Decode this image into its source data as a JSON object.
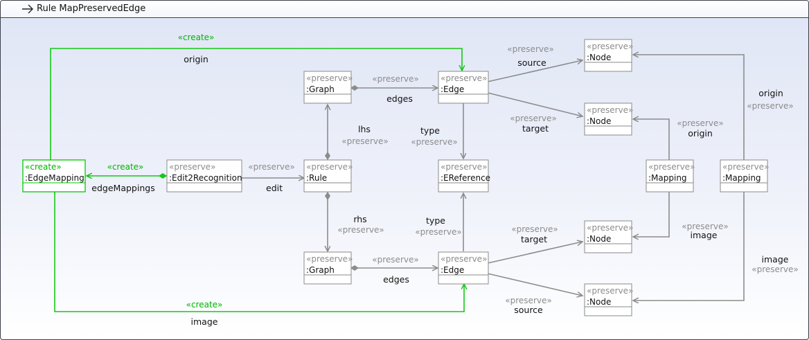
{
  "window": {
    "title": "Rule MapPreservedEdge"
  },
  "nodes": [
    {
      "id": "edgeMapping",
      "stereotype": "«create»",
      "name": ":EdgeMapping",
      "kind": "create"
    },
    {
      "id": "edit2rec",
      "stereotype": "«preserve»",
      "name": ":Edit2Recognition",
      "kind": "preserve"
    },
    {
      "id": "graphTop",
      "stereotype": "«preserve»",
      "name": ":Graph",
      "kind": "preserve"
    },
    {
      "id": "rule",
      "stereotype": "«preserve»",
      "name": ":Rule",
      "kind": "preserve"
    },
    {
      "id": "graphBottom",
      "stereotype": "«preserve»",
      "name": ":Graph",
      "kind": "preserve"
    },
    {
      "id": "edgeTop",
      "stereotype": "«preserve»",
      "name": ":Edge",
      "kind": "preserve"
    },
    {
      "id": "eref",
      "stereotype": "«preserve»",
      "name": ":EReference",
      "kind": "preserve"
    },
    {
      "id": "edgeBottom",
      "stereotype": "«preserve»",
      "name": ":Edge",
      "kind": "preserve"
    },
    {
      "id": "node1",
      "stereotype": "«preserve»",
      "name": ":Node",
      "kind": "preserve"
    },
    {
      "id": "node2",
      "stereotype": "«preserve»",
      "name": ":Node",
      "kind": "preserve"
    },
    {
      "id": "node3",
      "stereotype": "«preserve»",
      "name": ":Node",
      "kind": "preserve"
    },
    {
      "id": "node4",
      "stereotype": "«preserve»",
      "name": ":Node",
      "kind": "preserve"
    },
    {
      "id": "mapping1",
      "stereotype": "«preserve»",
      "name": ":Mapping",
      "kind": "preserve"
    },
    {
      "id": "mapping2",
      "stereotype": "«preserve»",
      "name": ":Mapping",
      "kind": "preserve"
    }
  ],
  "edges": [
    {
      "id": "origin-create",
      "stereotype": "«create»",
      "label": "origin",
      "kind": "create"
    },
    {
      "id": "image-create",
      "stereotype": "«create»",
      "label": "image",
      "kind": "create"
    },
    {
      "id": "edgeMappings",
      "stereotype": "«create»",
      "label": "edgeMappings",
      "kind": "create"
    },
    {
      "id": "edit",
      "stereotype": "«preserve»",
      "label": "edit",
      "kind": "preserve"
    },
    {
      "id": "edges-top",
      "stereotype": "«preserve»",
      "label": "edges",
      "kind": "preserve"
    },
    {
      "id": "lhs",
      "stereotype": "«preserve»",
      "label": "lhs",
      "kind": "preserve"
    },
    {
      "id": "rhs",
      "stereotype": "«preserve»",
      "label": "rhs",
      "kind": "preserve"
    },
    {
      "id": "edges-bottom",
      "stereotype": "«preserve»",
      "label": "edges",
      "kind": "preserve"
    },
    {
      "id": "type-top",
      "stereotype": "«preserve»",
      "label": "type",
      "kind": "preserve"
    },
    {
      "id": "type-bottom",
      "stereotype": "«preserve»",
      "label": "type",
      "kind": "preserve"
    },
    {
      "id": "source-top",
      "stereotype": "«preserve»",
      "label": "source",
      "kind": "preserve"
    },
    {
      "id": "target-top",
      "stereotype": "«preserve»",
      "label": "target",
      "kind": "preserve"
    },
    {
      "id": "target-bottom",
      "stereotype": "«preserve»",
      "label": "target",
      "kind": "preserve"
    },
    {
      "id": "source-bottom",
      "stereotype": "«preserve»",
      "label": "source",
      "kind": "preserve"
    },
    {
      "id": "origin-m1",
      "stereotype": "«preserve»",
      "label": "origin",
      "kind": "preserve"
    },
    {
      "id": "image-m1",
      "stereotype": "«preserve»",
      "label": "image",
      "kind": "preserve"
    },
    {
      "id": "origin-m2",
      "stereotype": "«preserve»",
      "label": "origin",
      "kind": "preserve"
    },
    {
      "id": "image-m2",
      "stereotype": "«preserve»",
      "label": "image",
      "kind": "preserve"
    }
  ],
  "colors": {
    "create": "#00c800",
    "preserve": "#8c8c8c"
  }
}
